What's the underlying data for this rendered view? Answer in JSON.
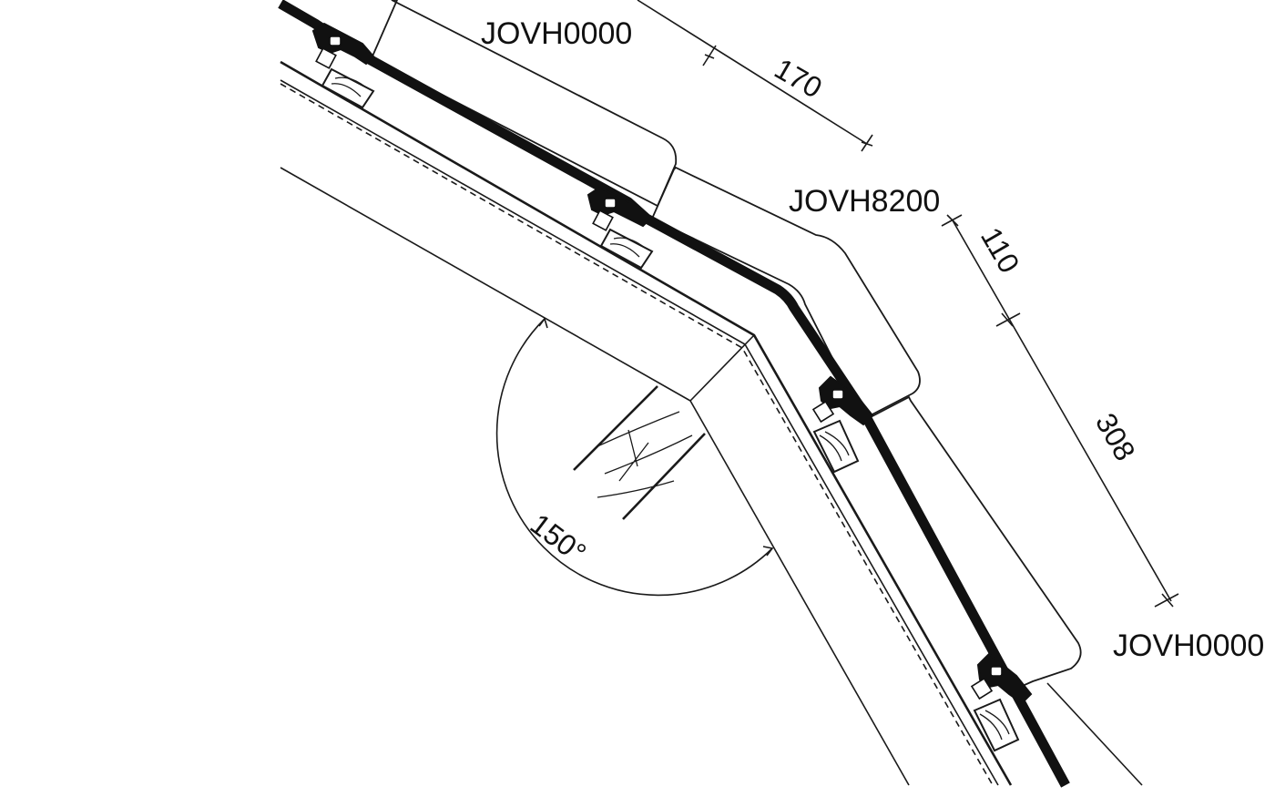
{
  "labels": {
    "part_top": "JOVH0000",
    "part_ridge": "JOVH8200",
    "part_right": "JOVH0000",
    "dim_upper": "170",
    "dim_ridge": "110",
    "dim_lower": "308",
    "angle": "150°"
  }
}
